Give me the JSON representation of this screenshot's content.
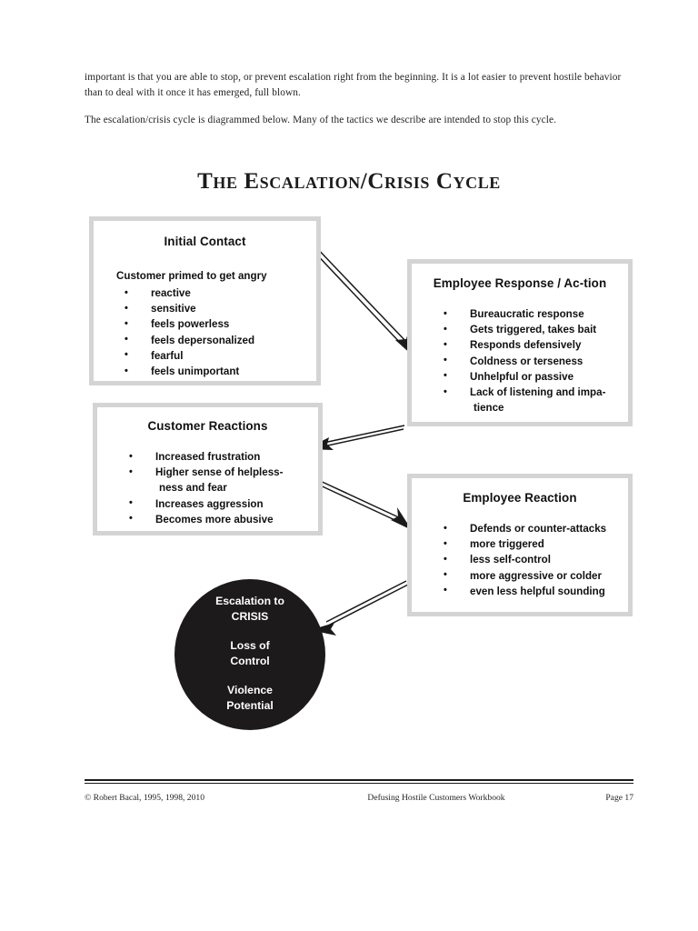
{
  "body_text": {
    "paragraph_1": "important is that you are able to stop, or prevent escalation right from the beginning. It is a lot easier to prevent hostile behavior than to deal with it once it has emerged, full blown.",
    "paragraph_2": "The escalation/crisis cycle is diagrammed below. Many of the tactics we describe are intended to stop this cycle."
  },
  "diagram": {
    "title": "The Escalation/Crisis Cycle",
    "nodes": [
      {
        "id": "initial-contact",
        "title": "Initial Contact",
        "lead": "Customer primed to get angry",
        "items": [
          "reactive",
          "sensitive",
          "feels powerless",
          "feels depersonalized",
          "fearful",
          "feels unimportant"
        ]
      },
      {
        "id": "employee-response",
        "title": "Employee Response / Ac-tion",
        "items": [
          "Bureaucratic response",
          "Gets triggered, takes bait",
          "Responds defensively",
          "Coldness or terseness",
          "Unhelpful or passive",
          "Lack of listening and impa-",
          "tience"
        ]
      },
      {
        "id": "customer-reactions",
        "title": "Customer Reactions",
        "items": [
          "Increased frustration",
          "Higher sense of helpless-",
          "ness and fear",
          "Increases aggression",
          "Becomes more abusive"
        ]
      },
      {
        "id": "employee-reaction",
        "title": "Employee Reaction",
        "items": [
          "Defends or counter-attacks",
          "more triggered",
          "less self-control",
          "more aggressive or colder",
          "even less helpful sounding"
        ]
      }
    ],
    "crisis_circle": {
      "line_1": "Escalation to",
      "line_2": "CRISIS",
      "line_3": "Loss of",
      "line_4": "Control",
      "line_5": "Violence",
      "line_6": "Potential",
      "fill_color": "#1c1a1a",
      "text_color": "#ffffff"
    },
    "box_border_color": "#d4d4d4",
    "arrow_color": "#1a1a1a",
    "arrows": [
      {
        "from": "initial-contact",
        "to": "employee-response",
        "direction": "down-right"
      },
      {
        "from": "employee-response",
        "to": "customer-reactions",
        "direction": "left"
      },
      {
        "from": "customer-reactions",
        "to": "employee-reaction",
        "direction": "down-right"
      },
      {
        "from": "employee-reaction",
        "to": "crisis-circle",
        "direction": "down-left"
      }
    ]
  },
  "footer": {
    "copyright": "© Robert Bacal, 1995, 1998, 2010",
    "workbook": "Defusing Hostile Customers Workbook",
    "page": "Page 17"
  }
}
